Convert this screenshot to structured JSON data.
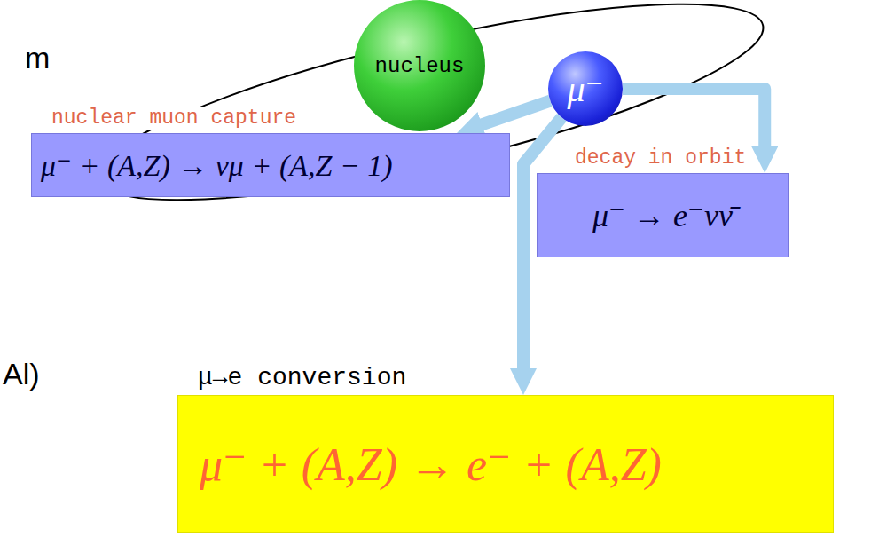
{
  "diagram": {
    "nodes": [
      {
        "text": [
          "nucleus"
        ]
      },
      {
        "text": [
          "μ⁻"
        ]
      },
      {
        "text": [
          "nuclear muon capture",
          "μ⁻ + (A,Z) → νμ + (A,Z − 1)"
        ]
      },
      {
        "text": [
          "decay in orbit",
          "μ⁻ → e⁻νν̄"
        ]
      },
      {
        "text": [
          "μ→e conversion",
          "μ⁻ + (A,Z) → e⁻ + (A,Z)"
        ]
      }
    ],
    "edges": [
      {
        "from": 1,
        "to": 2,
        "arrow": "to"
      },
      {
        "from": 1,
        "to": 3,
        "arrow": "to"
      },
      {
        "from": 1,
        "to": 4,
        "arrow": "to"
      }
    ],
    "labels": [
      "m",
      "Al)"
    ]
  }
}
